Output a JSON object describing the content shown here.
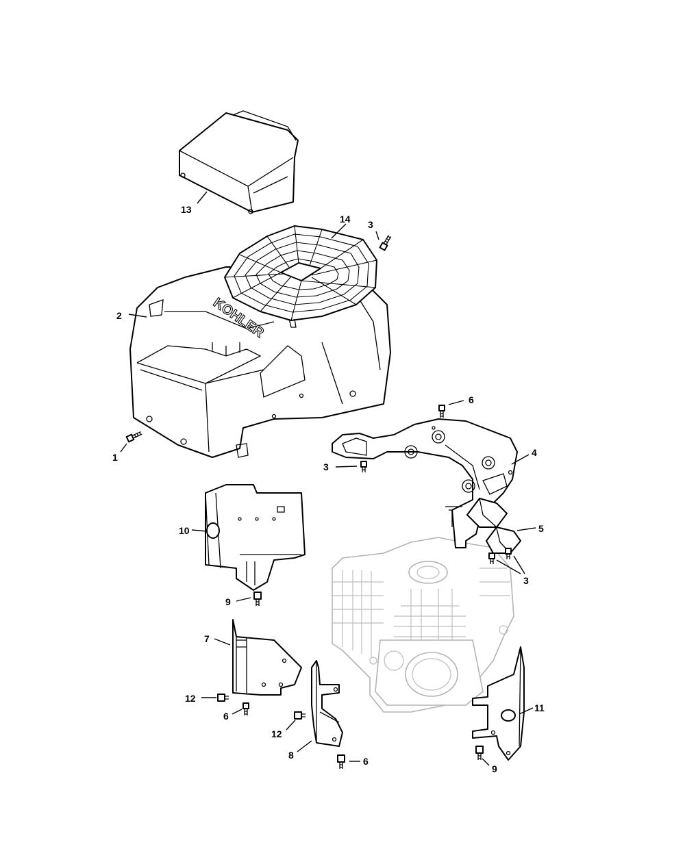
{
  "brand_text": "KOHLER",
  "callouts": [
    {
      "id": "c13",
      "label": "13"
    },
    {
      "id": "c14",
      "label": "14"
    },
    {
      "id": "c3a",
      "label": "3"
    },
    {
      "id": "c2",
      "label": "2"
    },
    {
      "id": "c1",
      "label": "1"
    },
    {
      "id": "c6a",
      "label": "6"
    },
    {
      "id": "c4",
      "label": "4"
    },
    {
      "id": "c3b",
      "label": "3"
    },
    {
      "id": "c10",
      "label": "10"
    },
    {
      "id": "c5",
      "label": "5"
    },
    {
      "id": "c3c",
      "label": "3"
    },
    {
      "id": "c9a",
      "label": "9"
    },
    {
      "id": "c7",
      "label": "7"
    },
    {
      "id": "c12a",
      "label": "12"
    },
    {
      "id": "c6b",
      "label": "6"
    },
    {
      "id": "c12b",
      "label": "12"
    },
    {
      "id": "c8",
      "label": "8"
    },
    {
      "id": "c6c",
      "label": "6"
    },
    {
      "id": "c11",
      "label": "11"
    },
    {
      "id": "c9b",
      "label": "9"
    }
  ]
}
